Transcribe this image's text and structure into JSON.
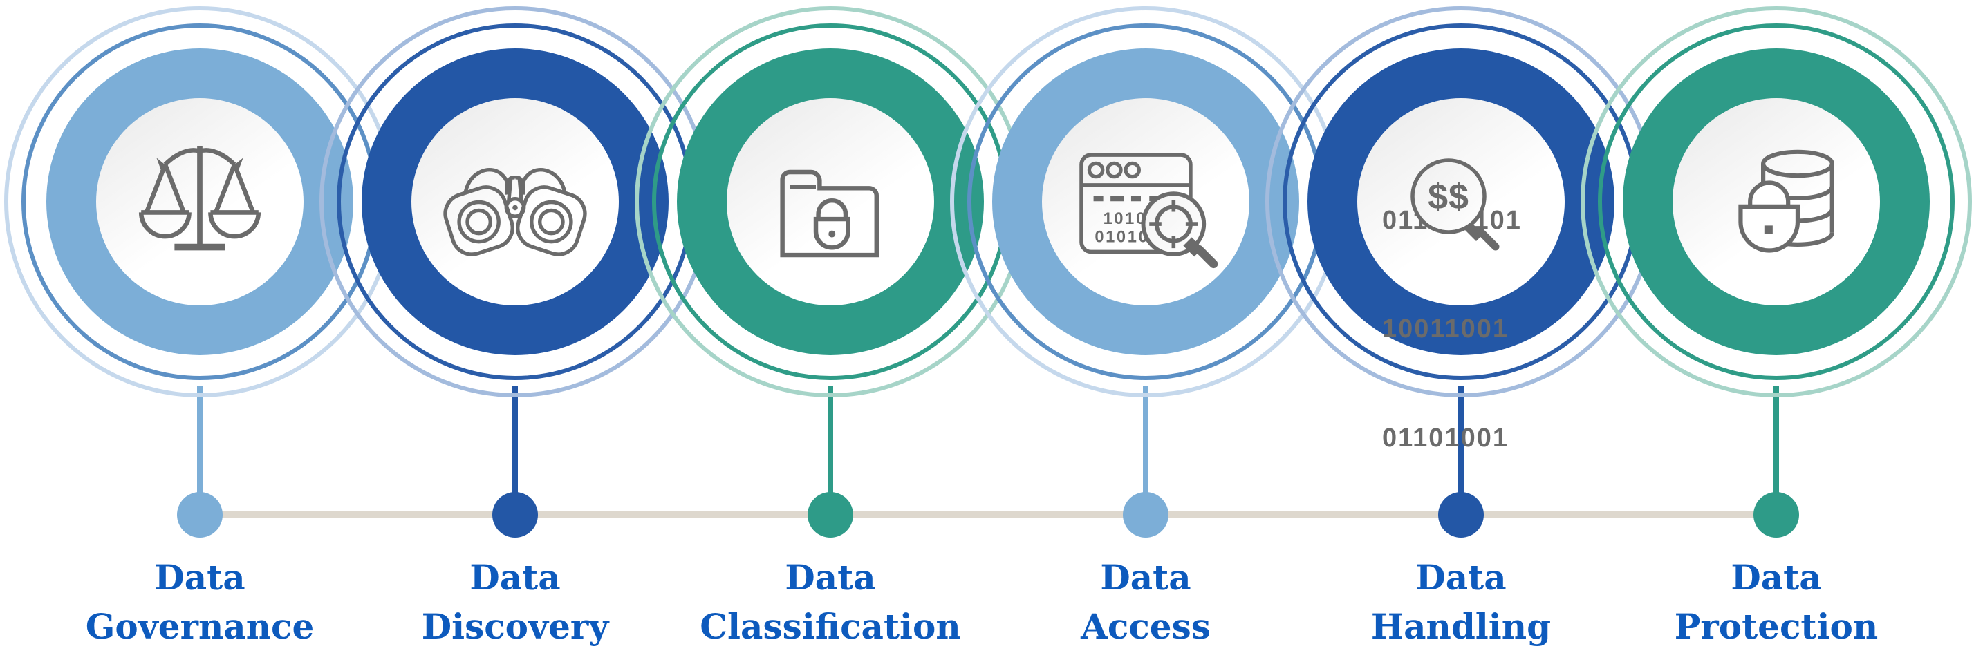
{
  "diagram": {
    "background_color": "#ffffff",
    "timeline_color": "#DED8CE",
    "label_color": "#0D5ABD",
    "icon_stroke_color": "#6B6B6B",
    "items": [
      {
        "id": "data-governance",
        "line1": "Data",
        "line2": "Governance",
        "color": "#7CAED7",
        "ring_color": "#5C90C5",
        "pale_ring_color": "#C5D8EC",
        "icon": "scales-icon"
      },
      {
        "id": "data-discovery",
        "line1": "Data",
        "line2": "Discovery",
        "color": "#2357A6",
        "ring_color": "#2B5DA9",
        "pale_ring_color": "#A3BBDD",
        "icon": "binoculars-icon"
      },
      {
        "id": "data-classification",
        "line1": "Data",
        "line2": "Classification",
        "color": "#2E9B88",
        "ring_color": "#2F9C87",
        "pale_ring_color": "#A6D4C8",
        "icon": "folder-lock-icon"
      },
      {
        "id": "data-access",
        "line1": "Data",
        "line2": "Access",
        "color": "#7CAED7",
        "ring_color": "#5C90C5",
        "pale_ring_color": "#C5D8EC",
        "icon": "window-target-search-icon",
        "window_binary": [
          "101001",
          "0101010"
        ]
      },
      {
        "id": "data-handling",
        "line1": "Data",
        "line2": "Handling",
        "color": "#2357A6",
        "ring_color": "#2B5DA9",
        "pale_ring_color": "#A3BBDD",
        "icon": "binary-dollar-search-icon",
        "binary_rows": [
          "011011101",
          "10011001",
          "01101001"
        ],
        "magnifier_label": "$$"
      },
      {
        "id": "data-protection",
        "line1": "Data",
        "line2": "Protection",
        "color": "#2E9B88",
        "ring_color": "#2F9C87",
        "pale_ring_color": "#A6D4C8",
        "icon": "database-lock-icon"
      }
    ]
  }
}
